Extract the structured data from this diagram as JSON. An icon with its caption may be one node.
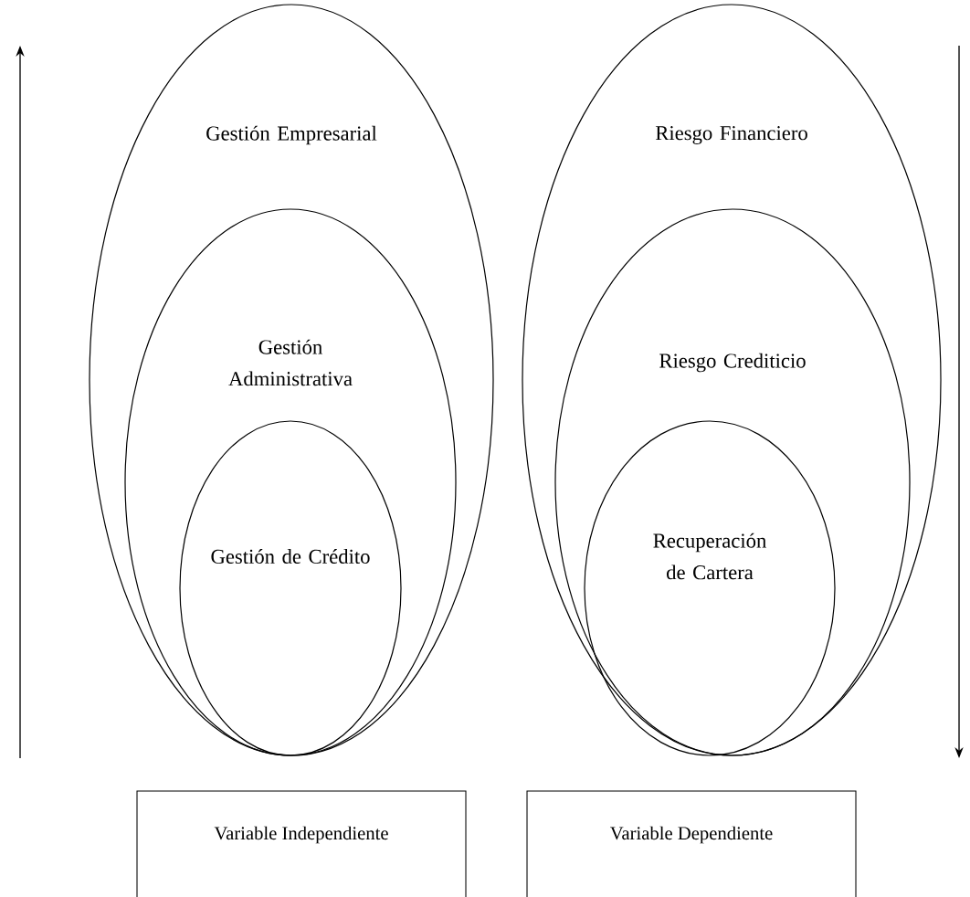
{
  "diagram": {
    "nodes": [
      {
        "text": [
          "Gestión Empresarial"
        ]
      },
      {
        "text": [
          "Gestión Administrativa"
        ],
        "in": 0
      },
      {
        "text": [
          "Gestión de Crédito"
        ],
        "in": 1
      },
      {
        "text": [
          "Riesgo Financiero"
        ]
      },
      {
        "text": [
          "Riesgo Crediticio"
        ],
        "in": 3
      },
      {
        "text": [
          "Recuperación de Cartera"
        ],
        "in": 4
      },
      {
        "text": [
          "Variable Independiente"
        ]
      },
      {
        "text": [
          "Variable Dependiente"
        ]
      }
    ]
  }
}
